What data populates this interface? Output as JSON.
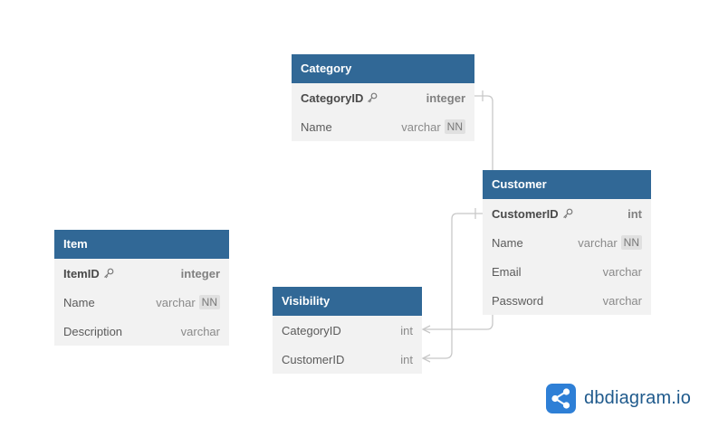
{
  "tables": {
    "category": {
      "title": "Category",
      "fields": [
        {
          "name": "CategoryID",
          "type": "integer",
          "pk": true
        },
        {
          "name": "Name",
          "type": "varchar",
          "nn": "NN"
        }
      ]
    },
    "customer": {
      "title": "Customer",
      "fields": [
        {
          "name": "CustomerID",
          "type": "int",
          "pk": true
        },
        {
          "name": "Name",
          "type": "varchar",
          "nn": "NN"
        },
        {
          "name": "Email",
          "type": "varchar"
        },
        {
          "name": "Password",
          "type": "varchar"
        }
      ]
    },
    "item": {
      "title": "Item",
      "fields": [
        {
          "name": "ItemID",
          "type": "integer",
          "pk": true
        },
        {
          "name": "Name",
          "type": "varchar",
          "nn": "NN"
        },
        {
          "name": "Description",
          "type": "varchar"
        }
      ]
    },
    "visibility": {
      "title": "Visibility",
      "fields": [
        {
          "name": "CategoryID",
          "type": "int"
        },
        {
          "name": "CustomerID",
          "type": "int"
        }
      ]
    }
  },
  "branding": {
    "text": "dbdiagram.io",
    "icon": "dbdiagram-logo-icon"
  },
  "colors": {
    "header": "#316896",
    "body": "#f2f2f2",
    "link": "#c8c8c8",
    "brand": "#1f5a8c"
  }
}
